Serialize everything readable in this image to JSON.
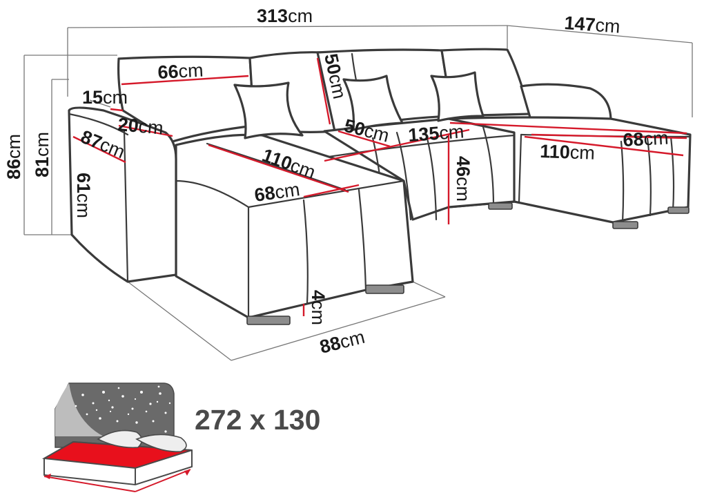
{
  "dimensions": {
    "total_width": {
      "value": "313",
      "unit": "cm"
    },
    "chaise_width": {
      "value": "147",
      "unit": "cm"
    },
    "back_height": {
      "value": "86",
      "unit": "cm"
    },
    "back_height_inner": {
      "value": "81",
      "unit": "cm"
    },
    "pillow_width": {
      "value": "66",
      "unit": "cm"
    },
    "armrest_width": {
      "value": "15",
      "unit": "cm"
    },
    "armrest_top": {
      "value": "20",
      "unit": "cm"
    },
    "armrest_depth": {
      "value": "87",
      "unit": "cm"
    },
    "armrest_height": {
      "value": "61",
      "unit": "cm"
    },
    "backrest_height": {
      "value": "50",
      "unit": "cm"
    },
    "seat_depth_back": {
      "value": "50",
      "unit": "cm"
    },
    "middle_width": {
      "value": "135",
      "unit": "cm"
    },
    "left_chaise_length": {
      "value": "110",
      "unit": "cm"
    },
    "right_chaise_length": {
      "value": "110",
      "unit": "cm"
    },
    "right_chaise_width": {
      "value": "68",
      "unit": "cm"
    },
    "left_chaise_front": {
      "value": "68",
      "unit": "cm"
    },
    "seat_height": {
      "value": "46",
      "unit": "cm"
    },
    "leg_height": {
      "value": "4",
      "unit": "cm"
    },
    "bottom_depth": {
      "value": "88",
      "unit": "cm"
    }
  },
  "bed": {
    "sleeping_area": "272 x 130"
  },
  "colors": {
    "measure_line": "#d5192a",
    "outline": "#3a3a3a",
    "bed_surface": "#e8101c",
    "night_sky": "#6a6a6a"
  }
}
